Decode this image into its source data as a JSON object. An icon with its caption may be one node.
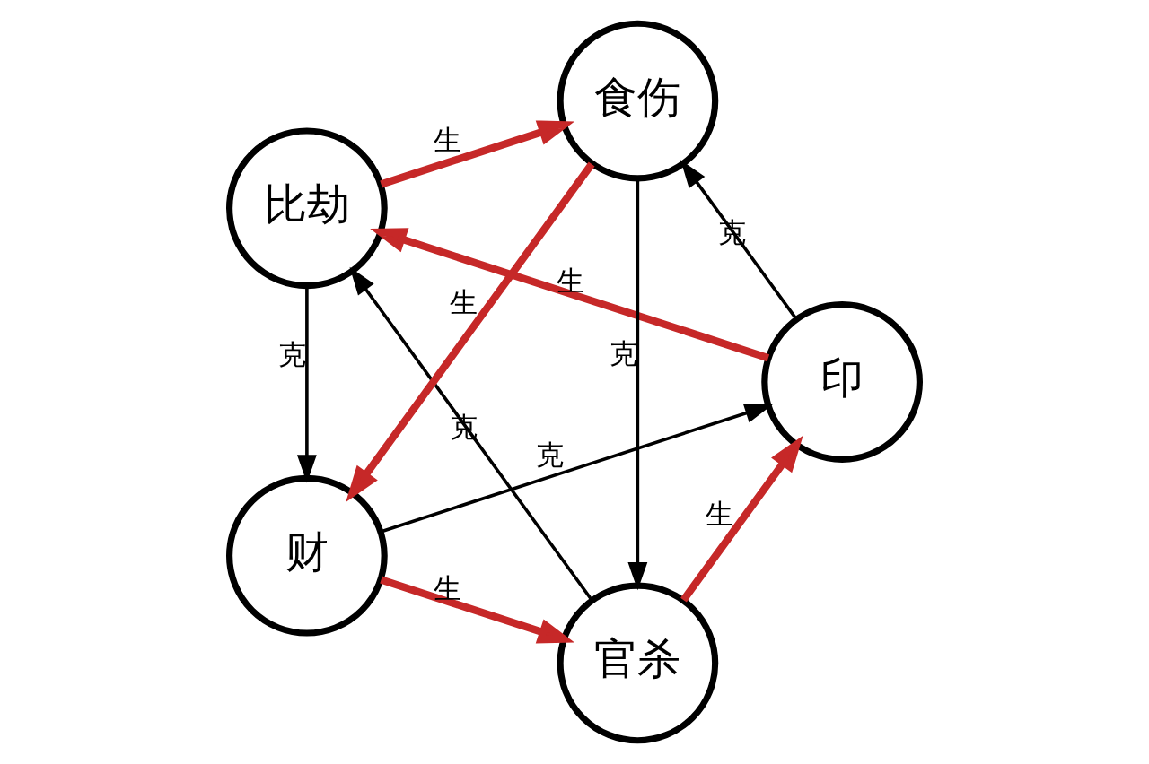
{
  "diagram": {
    "nodes": [
      {
        "text": [
          "官杀"
        ]
      },
      {
        "text": [
          "印"
        ]
      },
      {
        "text": [
          "比劫"
        ]
      },
      {
        "text": [
          "食伤"
        ]
      },
      {
        "text": [
          "财"
        ]
      }
    ],
    "edges": [
      {
        "from": 0,
        "to": 1,
        "arrow": "to",
        "label": "生",
        "style": "thick",
        "color": "#c62828"
      },
      {
        "from": 1,
        "to": 2,
        "arrow": "to",
        "label": "生",
        "style": "thick",
        "color": "#c62828"
      },
      {
        "from": 2,
        "to": 3,
        "arrow": "to",
        "label": "生",
        "style": "thick",
        "color": "#c62828"
      },
      {
        "from": 3,
        "to": 4,
        "arrow": "to",
        "label": "生",
        "style": "thick",
        "color": "#c62828"
      },
      {
        "from": 4,
        "to": 0,
        "arrow": "to",
        "label": "生",
        "style": "thick",
        "color": "#c62828"
      },
      {
        "from": 4,
        "to": 1,
        "arrow": "to",
        "label": "克",
        "color": "#000000"
      },
      {
        "from": 0,
        "to": 2,
        "arrow": "to",
        "label": "克",
        "color": "#000000"
      },
      {
        "from": 1,
        "to": 3,
        "arrow": "to",
        "label": "克",
        "color": "#000000"
      },
      {
        "from": 2,
        "to": 4,
        "arrow": "to",
        "label": "克",
        "color": "#000000"
      },
      {
        "from": 3,
        "to": 0,
        "arrow": "to",
        "label": "克",
        "color": "#000000"
      }
    ]
  }
}
